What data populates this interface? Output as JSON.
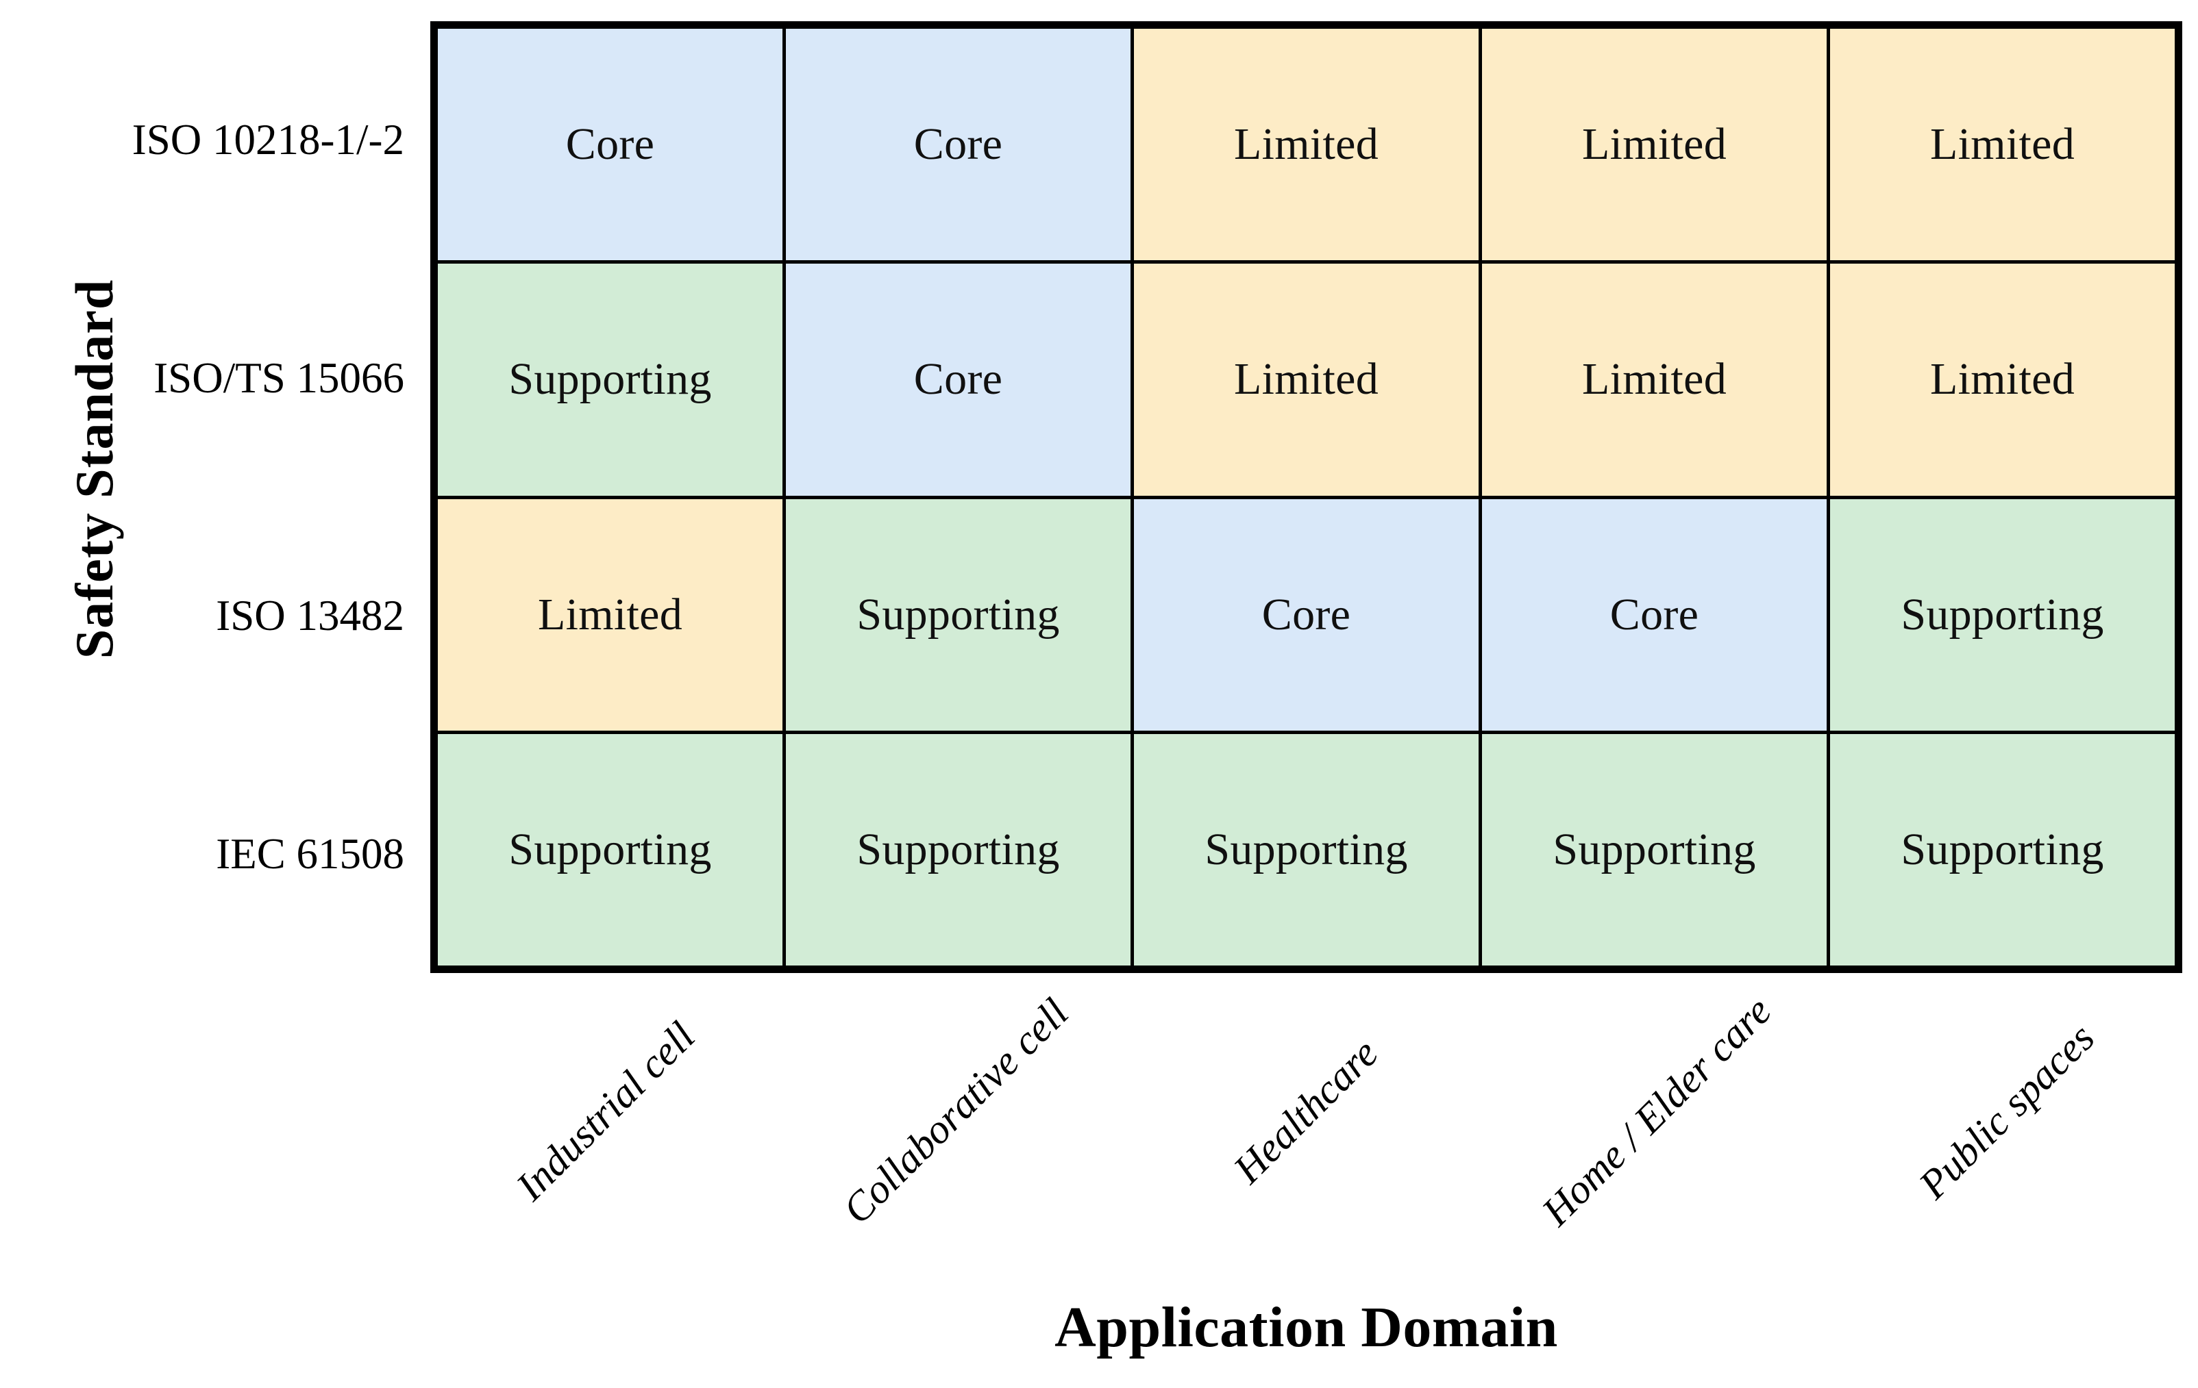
{
  "chart_data": {
    "type": "heatmap",
    "title": "",
    "xlabel": "Application Domain",
    "ylabel": "Safety Standard",
    "categories": [
      "Industrial cell",
      "Collaborative cell",
      "Healthcare",
      "Home / Elder care",
      "Public spaces"
    ],
    "rows": [
      "ISO 10218-1/-2",
      "ISO/TS 15066",
      "ISO 13482",
      "IEC 61508"
    ],
    "values": [
      [
        "Core",
        "Core",
        "Limited",
        "Limited",
        "Limited"
      ],
      [
        "Supporting",
        "Core",
        "Limited",
        "Limited",
        "Limited"
      ],
      [
        "Limited",
        "Supporting",
        "Core",
        "Core",
        "Supporting"
      ],
      [
        "Supporting",
        "Supporting",
        "Supporting",
        "Supporting",
        "Supporting"
      ]
    ],
    "legend": [
      "Core",
      "Supporting",
      "Limited"
    ],
    "legend_position": "none",
    "grid": true,
    "colors": {
      "Core": "#d9e8f9",
      "Supporting": "#d2ecd6",
      "Limited": "#fdecc6",
      "border": "#000000",
      "text": "#101010",
      "background": "#ffffff"
    }
  },
  "axes": {
    "y_title": "Safety Standard",
    "x_title": "Application Domain",
    "y_tick_labels": [
      "ISO 10218-1/-2",
      "ISO/TS 15066",
      "ISO 13482",
      "IEC 61508"
    ],
    "x_tick_labels": [
      "Industrial cell",
      "Collaborative cell",
      "Healthcare",
      "Home / Elder care",
      "Public spaces"
    ]
  },
  "cells": [
    {
      "row": 0,
      "col": 0,
      "label": "Core",
      "class": "core"
    },
    {
      "row": 0,
      "col": 1,
      "label": "Core",
      "class": "core"
    },
    {
      "row": 0,
      "col": 2,
      "label": "Limited",
      "class": "limited"
    },
    {
      "row": 0,
      "col": 3,
      "label": "Limited",
      "class": "limited"
    },
    {
      "row": 0,
      "col": 4,
      "label": "Limited",
      "class": "limited"
    },
    {
      "row": 1,
      "col": 0,
      "label": "Supporting",
      "class": "supporting"
    },
    {
      "row": 1,
      "col": 1,
      "label": "Core",
      "class": "core"
    },
    {
      "row": 1,
      "col": 2,
      "label": "Limited",
      "class": "limited"
    },
    {
      "row": 1,
      "col": 3,
      "label": "Limited",
      "class": "limited"
    },
    {
      "row": 1,
      "col": 4,
      "label": "Limited",
      "class": "limited"
    },
    {
      "row": 2,
      "col": 0,
      "label": "Limited",
      "class": "limited"
    },
    {
      "row": 2,
      "col": 1,
      "label": "Supporting",
      "class": "supporting"
    },
    {
      "row": 2,
      "col": 2,
      "label": "Core",
      "class": "core"
    },
    {
      "row": 2,
      "col": 3,
      "label": "Core",
      "class": "core"
    },
    {
      "row": 2,
      "col": 4,
      "label": "Supporting",
      "class": "supporting"
    },
    {
      "row": 3,
      "col": 0,
      "label": "Supporting",
      "class": "supporting"
    },
    {
      "row": 3,
      "col": 1,
      "label": "Supporting",
      "class": "supporting"
    },
    {
      "row": 3,
      "col": 2,
      "label": "Supporting",
      "class": "supporting"
    },
    {
      "row": 3,
      "col": 3,
      "label": "Supporting",
      "class": "supporting"
    },
    {
      "row": 3,
      "col": 4,
      "label": "Supporting",
      "class": "supporting"
    }
  ]
}
